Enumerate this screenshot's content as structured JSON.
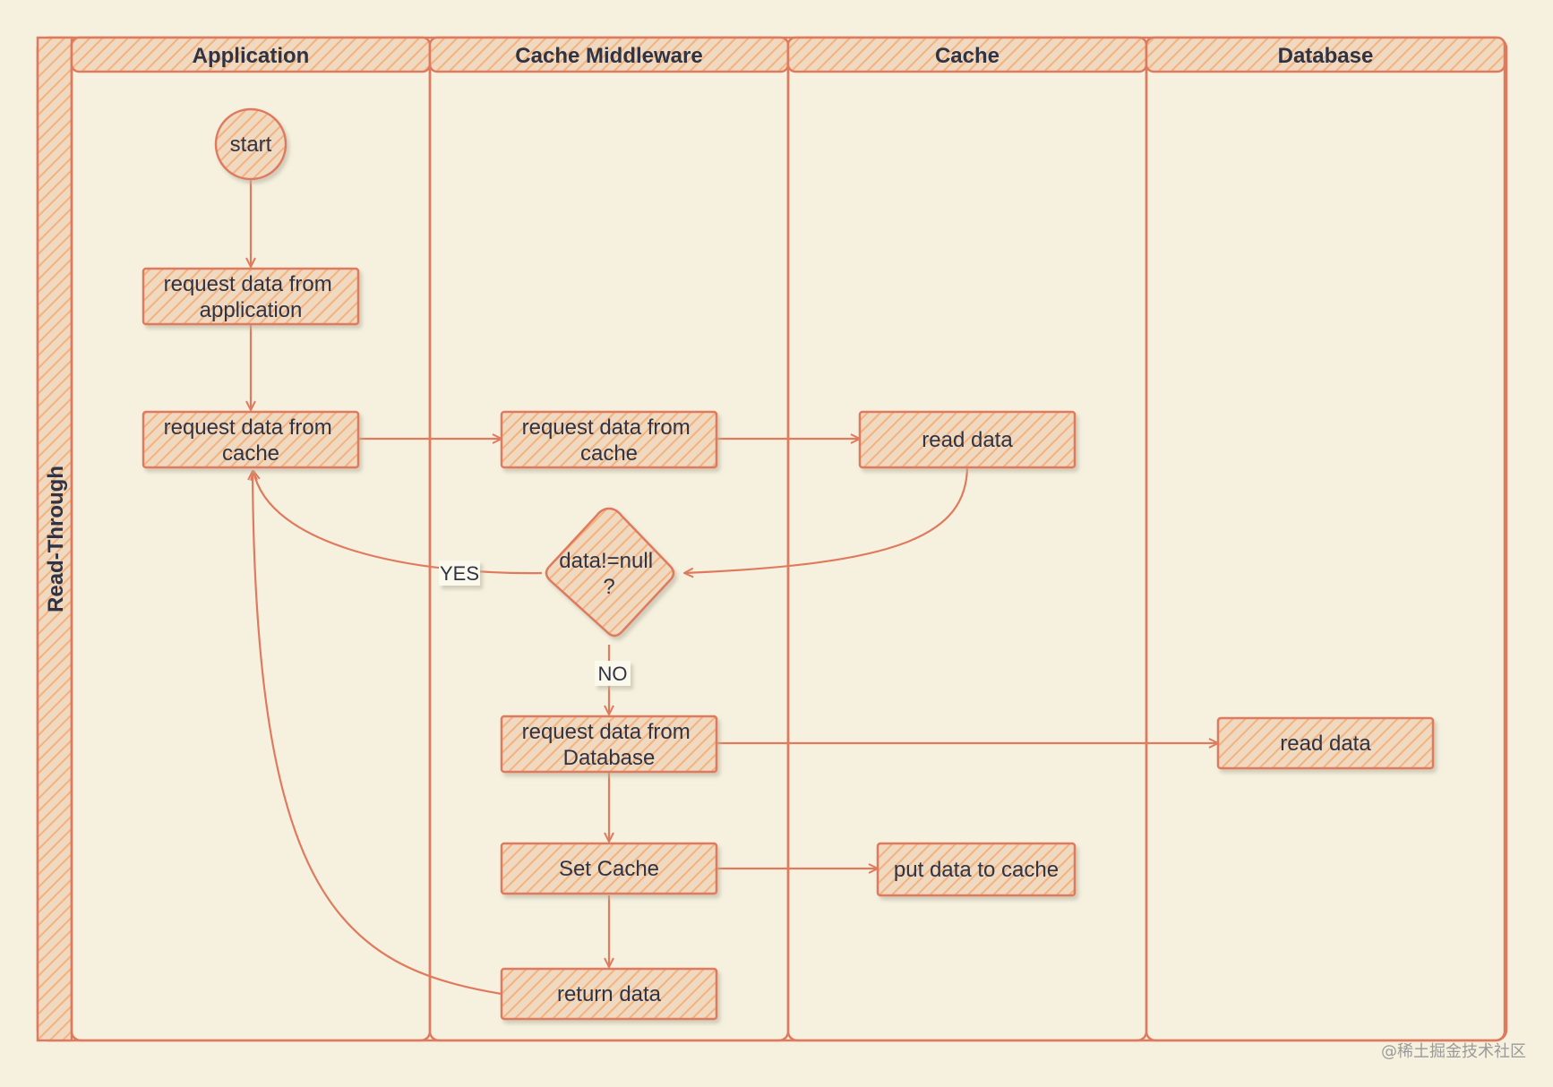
{
  "pool": {
    "label": "Read-Through"
  },
  "lanes": [
    {
      "id": "application",
      "label": "Application"
    },
    {
      "id": "middleware",
      "label": "Cache Middleware"
    },
    {
      "id": "cache",
      "label": "Cache"
    },
    {
      "id": "database",
      "label": "Database"
    }
  ],
  "nodes": {
    "start": {
      "lines": [
        "start"
      ]
    },
    "app_request_app": {
      "lines": [
        "request data from",
        "application"
      ]
    },
    "app_request_cache": {
      "lines": [
        "request data from",
        "cache"
      ]
    },
    "mw_request_cache": {
      "lines": [
        "request data from",
        "cache"
      ]
    },
    "cache_read": {
      "lines": [
        "read data"
      ]
    },
    "decision": {
      "lines": [
        "data!=null",
        "?"
      ]
    },
    "mw_request_db": {
      "lines": [
        "request data from",
        "Database"
      ]
    },
    "db_read": {
      "lines": [
        "read data"
      ]
    },
    "set_cache": {
      "lines": [
        "Set Cache"
      ]
    },
    "cache_put": {
      "lines": [
        "put data to cache"
      ]
    },
    "return_data": {
      "lines": [
        "return data"
      ]
    }
  },
  "edge_labels": {
    "yes": "YES",
    "no": "NO"
  },
  "colors": {
    "background": "#f5f1de",
    "stroke": "#e07a5f",
    "hatch": "#f2b17a",
    "node_fill": "#f3dcc3",
    "text": "#2f3344"
  },
  "watermark": "@稀土掘金技术社区"
}
